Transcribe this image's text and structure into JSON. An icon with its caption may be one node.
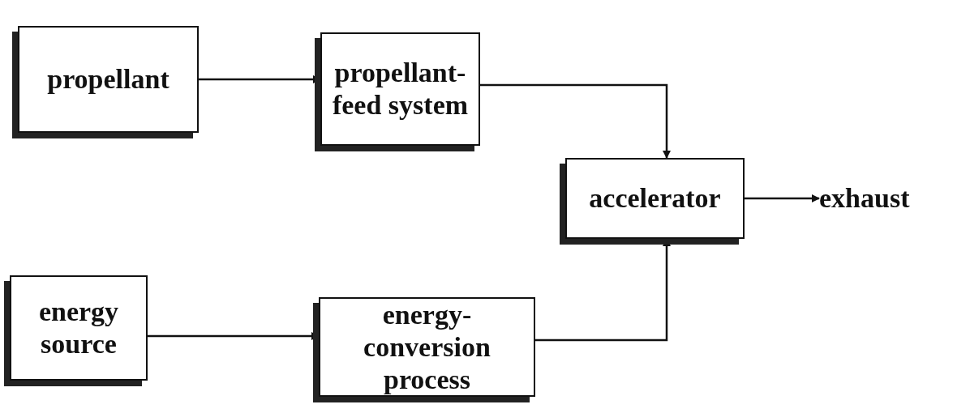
{
  "diagram": {
    "nodes": [
      {
        "text": [
          "propellant"
        ]
      },
      {
        "text": [
          "propellant-feed system"
        ]
      },
      {
        "text": [
          "accelerator"
        ]
      },
      {
        "text": [
          "energy source"
        ]
      },
      {
        "text": [
          "energy-conversion process"
        ]
      },
      {
        "text": [
          "exhaust"
        ]
      }
    ],
    "edges": [
      {
        "from": 0,
        "to": 1,
        "arrow": "to"
      },
      {
        "from": 1,
        "to": 2,
        "arrow": "to"
      },
      {
        "from": 3,
        "to": 4,
        "arrow": "to"
      },
      {
        "from": 4,
        "to": 2,
        "arrow": "to"
      },
      {
        "from": 2,
        "to": 5,
        "arrow": "to"
      }
    ]
  }
}
